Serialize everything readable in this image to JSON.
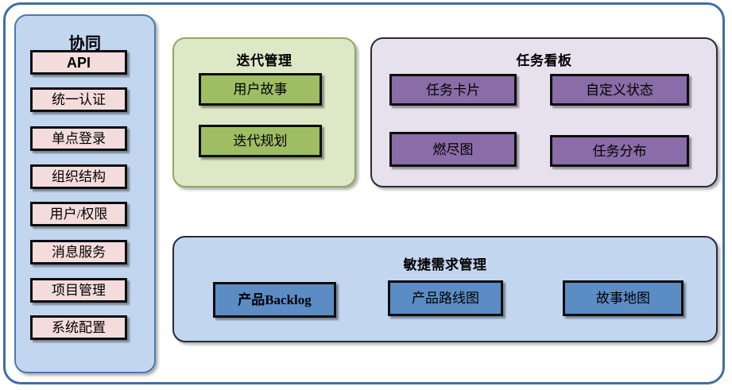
{
  "diagram": {
    "colors": {
      "frame_border": "#3f6ea5",
      "sidebar_fill": "#c2d6ef",
      "sidebar_border": "#4a7ab0",
      "iteration_fill": "#dde8c6",
      "iteration_border": "#8fa862",
      "taskboard_fill": "#e7e1ee",
      "taskboard_border": "#2b2b33",
      "agile_fill": "#c2d6ef",
      "agile_border": "#2b2b33",
      "box_pink": "#f5dcdc",
      "box_green": "#9fbd63",
      "box_purple": "#8a6ca8",
      "box_blue": "#5b8cc4",
      "box_border": "#0d0d0d"
    },
    "sidebar": {
      "title": "协同",
      "items": [
        {
          "label": "API"
        },
        {
          "label": "统一认证"
        },
        {
          "label": "单点登录"
        },
        {
          "label": "组织结构"
        },
        {
          "label": "用户/权限"
        },
        {
          "label": "消息服务"
        },
        {
          "label": "项目管理"
        },
        {
          "label": "系统配置"
        }
      ]
    },
    "iteration": {
      "title": "迭代管理",
      "items": [
        {
          "label": "用户故事"
        },
        {
          "label": "迭代规划"
        }
      ]
    },
    "taskboard": {
      "title": "任务看板",
      "items": [
        {
          "label": "任务卡片"
        },
        {
          "label": "自定义状态"
        },
        {
          "label": "燃尽图"
        },
        {
          "label": "任务分布"
        }
      ]
    },
    "agile": {
      "title": "敏捷需求管理",
      "items": [
        {
          "label": "产品Backlog"
        },
        {
          "label": "产品路线图"
        },
        {
          "label": "故事地图"
        }
      ]
    }
  }
}
